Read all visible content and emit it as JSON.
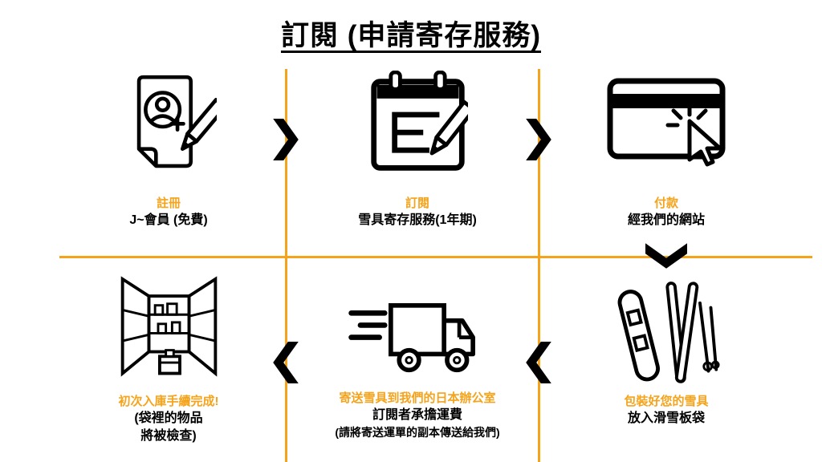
{
  "title": "訂閱 (申請寄存服務)",
  "colors": {
    "accent_orange": "#F5A31B",
    "text_black": "#000000",
    "background": "#FFFFFF"
  },
  "steps": {
    "register": {
      "label": "註冊",
      "line1": "J~會員 (免費)",
      "icon": "registration-form-icon"
    },
    "subscribe": {
      "label": "訂閱",
      "line1": "雪具寄存服務(1年期)",
      "icon": "calendar-pencil-icon"
    },
    "pay": {
      "label": "付款",
      "line1": "經我們的網站",
      "icon": "credit-card-click-icon"
    },
    "pack": {
      "label": "包裝好您的雪具",
      "line1": "放入滑雪板袋",
      "icon": "ski-gear-icon"
    },
    "ship": {
      "label": "寄送雪具到我們的日本辦公室",
      "line1": "訂閱者承擔運費",
      "line2": "(請將寄送運單的副本傳送給我們)",
      "icon": "delivery-truck-icon"
    },
    "store": {
      "label": "初次入庫手續完成!",
      "line1": "(袋裡的物品",
      "line2": "將被檢查)",
      "icon": "storage-room-icon"
    }
  },
  "arrows": {
    "a1": "right",
    "a2": "right",
    "a3": "down",
    "a4": "left",
    "a5": "left"
  }
}
